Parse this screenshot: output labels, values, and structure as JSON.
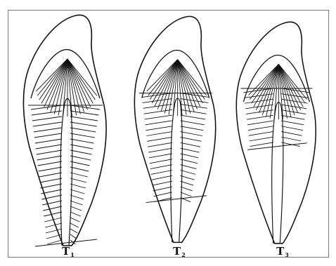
{
  "labels": [
    {
      "letter": "T",
      "index": "1"
    },
    {
      "letter": "T",
      "index": "2"
    },
    {
      "letter": "T",
      "index": "3"
    }
  ],
  "colors": {
    "line": "#111111",
    "background": "#ffffff",
    "frame": "#7a7a7a"
  }
}
